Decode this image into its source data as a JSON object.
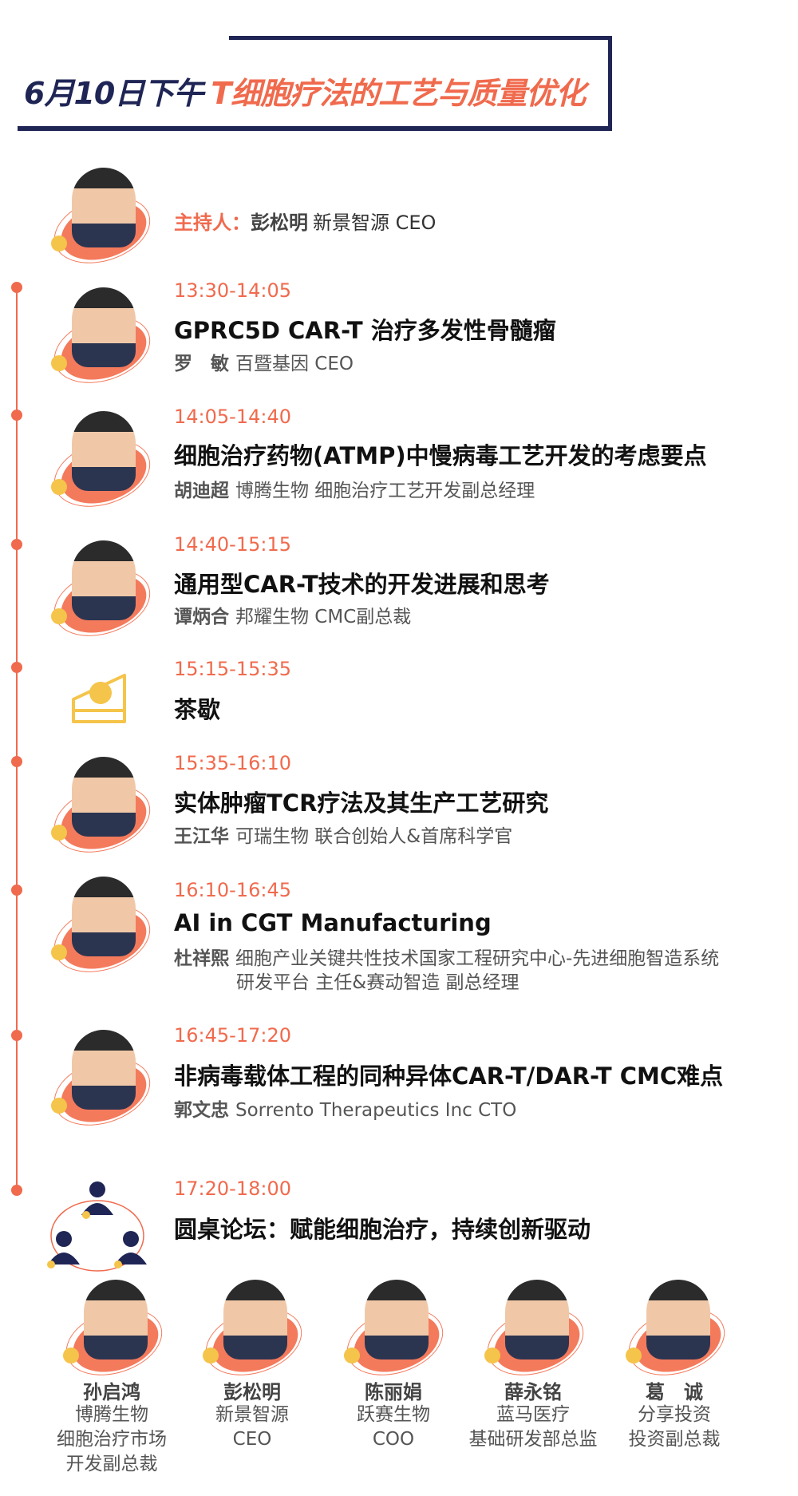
{
  "header": {
    "date": "6月10日下午",
    "topic": "T细胞疗法的工艺与质量优化"
  },
  "host": {
    "label": "主持人：",
    "name": "彭松明",
    "org": "新景智源 CEO"
  },
  "sessions": [
    {
      "time": "13:30-14:05",
      "title": "GPRC5D CAR-T 治疗多发性骨髓瘤",
      "speaker": "罗　敏",
      "affiliation": "百暨基因 CEO"
    },
    {
      "time": "14:05-14:40",
      "title": "细胞治疗药物(ATMP)中慢病毒工艺开发的考虑要点",
      "speaker": "胡迪超",
      "affiliation": "博腾生物 细胞治疗工艺开发副总经理"
    },
    {
      "time": "14:40-15:15",
      "title": "通用型CAR-T技术的开发进展和思考",
      "speaker": "谭炳合",
      "affiliation": "邦耀生物 CMC副总裁"
    },
    {
      "time": "15:15-15:35",
      "title": "茶歇"
    },
    {
      "time": "15:35-16:10",
      "title": "实体肿瘤TCR疗法及其生产工艺研究",
      "speaker": "王江华",
      "affiliation": "可瑞生物  联合创始人&首席科学官"
    },
    {
      "time": "16:10-16:45",
      "title": "AI in CGT Manufacturing",
      "speaker": "杜祥熙",
      "affiliation_line1": "细胞产业关键共性技术国家工程研究中心-先进细胞智造系统",
      "affiliation_line2": "研发平台 主任&赛动智造 副总经理"
    },
    {
      "time": "16:45-17:20",
      "title": "非病毒载体工程的同种异体CAR-T/DAR-T CMC难点",
      "speaker": "郭文忠",
      "affiliation": "Sorrento Therapeutics Inc CTO"
    },
    {
      "time": "17:20-18:00",
      "title": "圆桌论坛：赋能细胞治疗，持续创新驱动"
    }
  ],
  "panelists": [
    {
      "name": "孙启鸿",
      "lines": [
        "博腾生物",
        "细胞治疗市场",
        "开发副总裁"
      ]
    },
    {
      "name": "彭松明",
      "lines": [
        "新景智源",
        "CEO"
      ]
    },
    {
      "name": "陈丽娟",
      "lines": [
        "跃赛生物",
        "COO"
      ]
    },
    {
      "name": "薛永铭",
      "lines": [
        "蓝马医疗",
        "基础研发部总监"
      ]
    },
    {
      "name": "葛　诚",
      "lines": [
        "分享投资",
        "投资副总裁"
      ]
    }
  ],
  "colors": {
    "navy": "#1f2555",
    "coral": "#f06a4d",
    "yellow": "#f5c44a"
  },
  "icons": {
    "break": "tea-cake-icon",
    "panel": "roundtable-people-icon"
  }
}
